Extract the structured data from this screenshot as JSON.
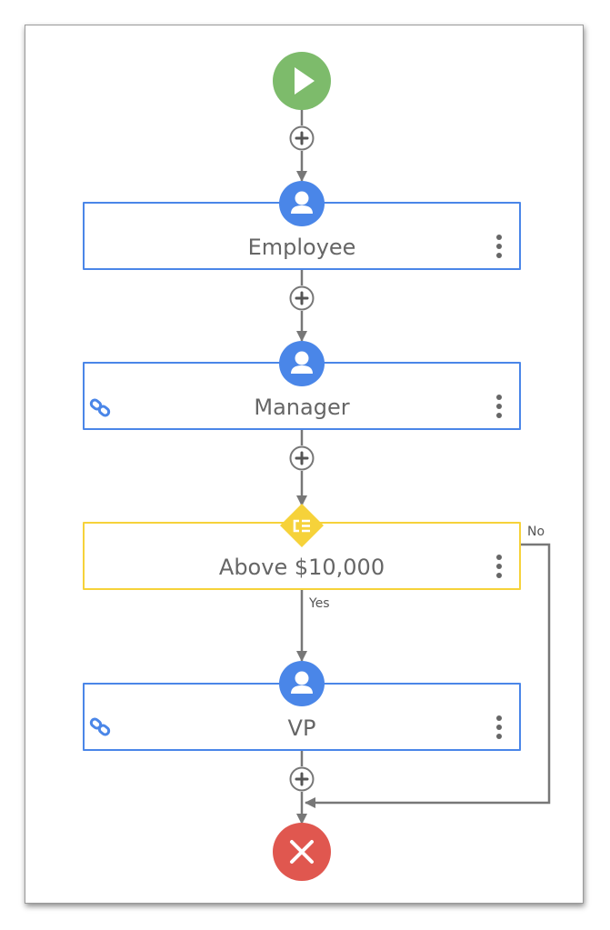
{
  "workflow": {
    "colors": {
      "approver": "#4a86e8",
      "condition": "#f6d23a",
      "start": "#7dbb6b",
      "end": "#e0574f",
      "connector": "#777777",
      "label": "#666666"
    },
    "start": {
      "icon": "play-icon"
    },
    "nodes": [
      {
        "label": "Employee",
        "icon": "person-icon",
        "linked": false
      },
      {
        "label": "Manager",
        "icon": "person-icon",
        "linked": true
      },
      {
        "label": "Above $10,000",
        "icon": "condition-icon",
        "linked": false
      },
      {
        "label": "VP",
        "icon": "person-icon",
        "linked": true
      }
    ],
    "branches": {
      "yes": "Yes",
      "no": "No"
    },
    "end": {
      "icon": "close-icon"
    }
  }
}
